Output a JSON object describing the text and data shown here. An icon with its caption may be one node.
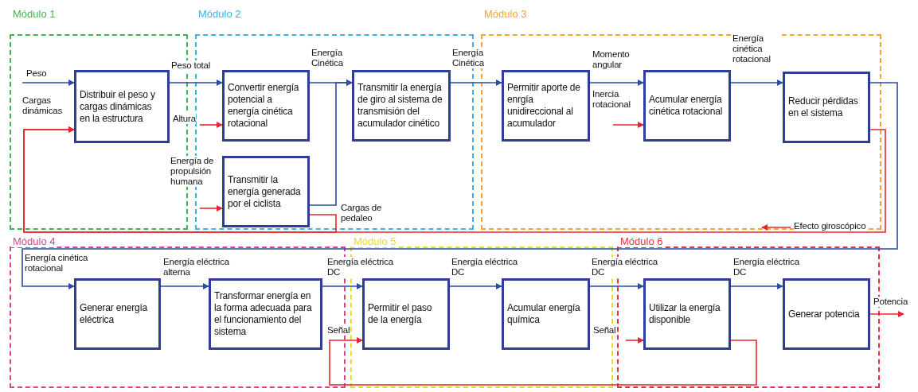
{
  "diagram": {
    "nodes": [
      {
        "text": [
          "Módulo 1"
        ]
      },
      {
        "text": [
          "Distribuir el peso y cargas dinámicas en la estructura"
        ],
        "in": 0
      },
      {
        "text": [
          "Módulo 2"
        ]
      },
      {
        "text": [
          "Convertir energía potencial a energía cinética rotacional"
        ],
        "in": 2
      },
      {
        "text": [
          "Transmitir la energía generada por el ciclista"
        ],
        "in": 2
      },
      {
        "text": [
          "Transmitir la energía de giro al sistema de transmisión del acumulador cinético"
        ],
        "in": 2
      },
      {
        "text": [
          "Módulo 3"
        ]
      },
      {
        "text": [
          "Permitir aporte de enrgía unidireccional al acumulador"
        ],
        "in": 6
      },
      {
        "text": [
          "Acumular energía cinética rotacional"
        ],
        "in": 6
      },
      {
        "text": [
          "Reducir pérdidas en el sistema"
        ],
        "in": 6
      },
      {
        "text": [
          "Módulo 4"
        ]
      },
      {
        "text": [
          "Generar energía eléctrica"
        ],
        "in": 10
      },
      {
        "text": [
          "Transformar energía en la forma adecuada para el funcionamiento del sistema"
        ],
        "in": 10
      },
      {
        "text": [
          "Módulo 5"
        ]
      },
      {
        "text": [
          "Permitir el paso de la energía"
        ],
        "in": 13
      },
      {
        "text": [
          "Acumular energía química"
        ],
        "in": 13
      },
      {
        "text": [
          "Módulo 6"
        ]
      },
      {
        "text": [
          "Utilizar la energía disponible"
        ],
        "in": 16
      },
      {
        "text": [
          "Generar potencia"
        ],
        "in": 16
      }
    ],
    "edges": [
      {
        "from": null,
        "to": 1,
        "arrow": "to",
        "label": "Peso"
      },
      {
        "from": 9,
        "to": 1,
        "arrow": "to",
        "label": "Cargas dinámicas",
        "color": "#e8242e"
      },
      {
        "from": 4,
        "to": 1,
        "arrow": "to",
        "label": "Cargas de pedaleo",
        "color": "#e8242e"
      },
      {
        "from": 1,
        "to": 3,
        "arrow": "to",
        "label": "Peso total"
      },
      {
        "from": null,
        "to": 3,
        "arrow": "to",
        "label": "Altura",
        "color": "#e8242e"
      },
      {
        "from": null,
        "to": 4,
        "arrow": "to",
        "label": "Energía de propulsión humana",
        "color": "#e8242e"
      },
      {
        "from": 3,
        "to": 5,
        "arrow": "to",
        "label": "Energía Cinética"
      },
      {
        "from": 4,
        "to": 5,
        "arrow": "to"
      },
      {
        "from": 5,
        "to": 7,
        "arrow": "to",
        "label": "Energía Cinética"
      },
      {
        "from": 7,
        "to": 8,
        "arrow": "to",
        "label": "Momento angular"
      },
      {
        "from": null,
        "to": 8,
        "arrow": "to",
        "label": "Inercia rotacional",
        "color": "#e8242e"
      },
      {
        "from": 8,
        "to": 9,
        "arrow": "to",
        "label": "Energía cinética rotacional"
      },
      {
        "from": 9,
        "to": 11,
        "arrow": "to",
        "label": "Energía cinética rotacional"
      },
      {
        "from": 11,
        "to": 12,
        "arrow": "to",
        "label": "Energía eléctrica alterna"
      },
      {
        "from": 12,
        "to": 14,
        "arrow": "to",
        "label": "Energía eléctrica DC"
      },
      {
        "from": 14,
        "to": 15,
        "arrow": "to",
        "label": "Energía eléctrica DC"
      },
      {
        "from": 15,
        "to": 17,
        "arrow": "to",
        "label": "Energía eléctrica DC"
      },
      {
        "from": 17,
        "to": 18,
        "arrow": "to",
        "label": "Energía eléctrica DC"
      },
      {
        "from": 18,
        "to": null,
        "arrow": "to",
        "label": "Potencia",
        "color": "#e8242e"
      },
      {
        "from": 17,
        "to": 14,
        "arrow": "to",
        "label": "Señal",
        "color": "#e8242e"
      },
      {
        "from": null,
        "to": 17,
        "arrow": "to",
        "label": "Señal",
        "color": "#e8242e"
      }
    ],
    "labels": [
      "Efecto giroscópico"
    ]
  }
}
